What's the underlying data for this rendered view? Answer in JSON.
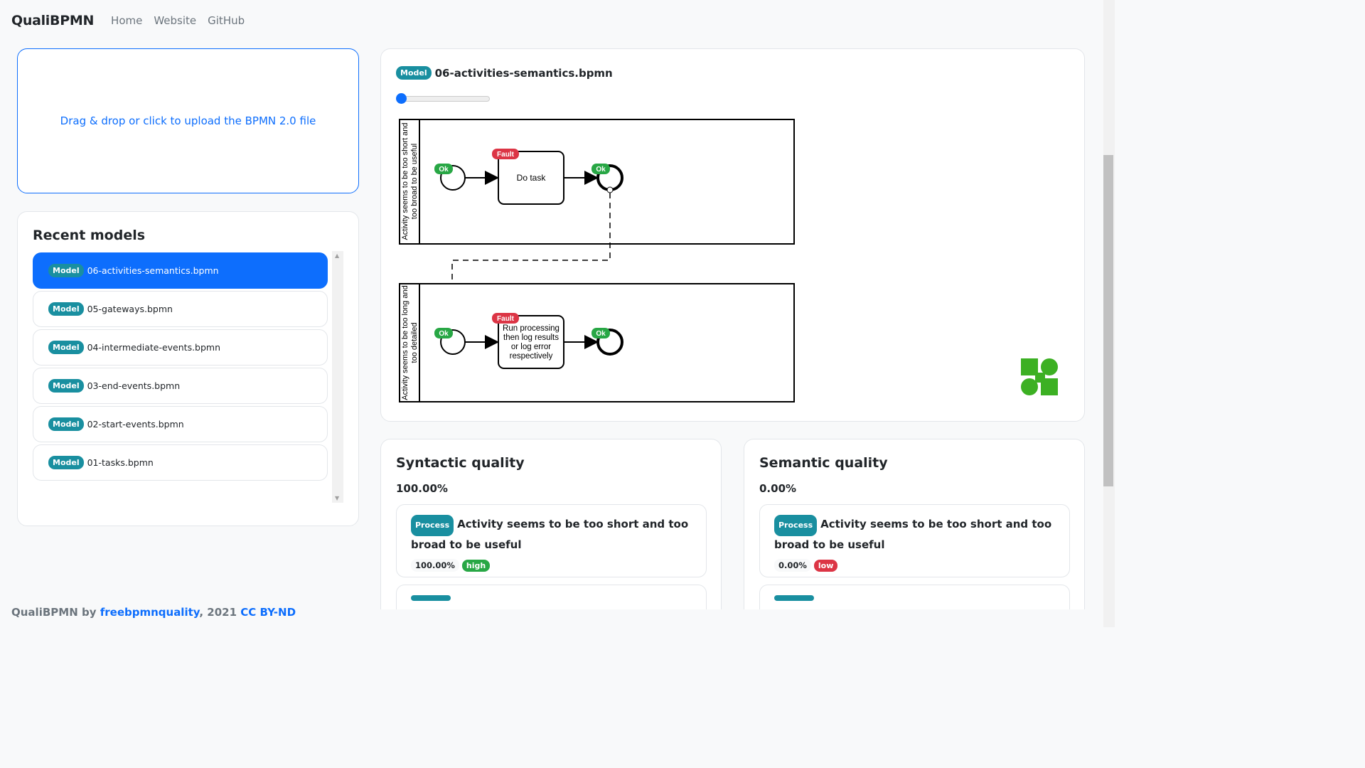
{
  "nav": {
    "brand": "QualiBPMN",
    "links": [
      "Home",
      "Website",
      "GitHub"
    ]
  },
  "upload": {
    "text": "Drag & drop or click to upload the BPMN 2.0 file"
  },
  "recent": {
    "title": "Recent models",
    "badge": "Model",
    "items": [
      {
        "name": "06-activities-semantics.bpmn",
        "active": true
      },
      {
        "name": "05-gateways.bpmn"
      },
      {
        "name": "04-intermediate-events.bpmn"
      },
      {
        "name": "03-end-events.bpmn"
      },
      {
        "name": "02-start-events.bpmn"
      },
      {
        "name": "01-tasks.bpmn"
      }
    ]
  },
  "model": {
    "badge": "Model",
    "filename": "06-activities-semantics.bpmn",
    "slider_value": 0,
    "diagram": {
      "lane1_label_line1": "Activity seems to be too short and",
      "lane1_label_line2": "too broad to be useful",
      "lane2_label_line1": "Activity seems to be too long and",
      "lane2_label_line2": "too detailed",
      "ok": "Ok",
      "fault": "Fault",
      "task1": "Do task",
      "task2_lines": [
        "Run processing",
        "then log results",
        "or log error",
        "respectively"
      ]
    }
  },
  "syntactic": {
    "title": "Syntactic quality",
    "value": "100.00%",
    "issue": {
      "badge": "Process",
      "text": "Activity seems to be too short and too broad to be useful",
      "pct": "100.00%",
      "level": "high"
    }
  },
  "semantic": {
    "title": "Semantic quality",
    "value": "0.00%",
    "issue": {
      "badge": "Process",
      "text": "Activity seems to be too short and too broad to be useful",
      "pct": "0.00%",
      "level": "low"
    }
  },
  "footer": {
    "prefix": "QualiBPMN by",
    "author": "freebpmnquality",
    "year": ", 2021",
    "license": "CC BY-ND"
  },
  "colors": {
    "primary": "#0d6efd",
    "badge": "#198fa0",
    "ok": "#28a745",
    "fault": "#dc3545",
    "logo": "#3cb023"
  }
}
